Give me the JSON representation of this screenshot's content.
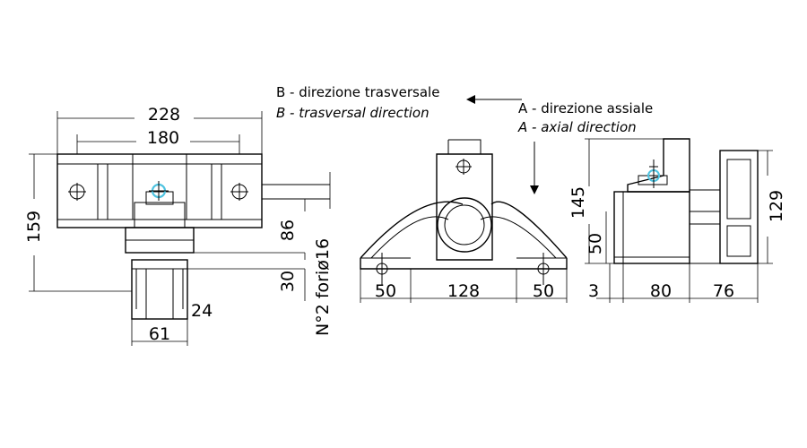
{
  "labels": {
    "b_it": "B - direzione trasversale",
    "b_en": "B - trasversal direction",
    "a_it": "A - direzione assiale",
    "a_en": "A - axial direction"
  },
  "dims": {
    "front_overall_width": "228",
    "front_hole_spacing": "180",
    "front_height": "159",
    "front_upper_height": "86",
    "front_lower_height": "30",
    "front_hole_note": "N°2 foriø16",
    "front_foot_offset": "24",
    "front_foot_width": "61",
    "side_left_flange": "50",
    "side_center_width": "128",
    "side_right_flange": "50",
    "right_height": "145",
    "right_lower_height": "50",
    "right_block_height": "129",
    "right_gap": "3",
    "right_body_width": "80",
    "right_block_width": "76"
  },
  "colors": {
    "line": "#000000",
    "highlight": "#4fc3e0"
  }
}
